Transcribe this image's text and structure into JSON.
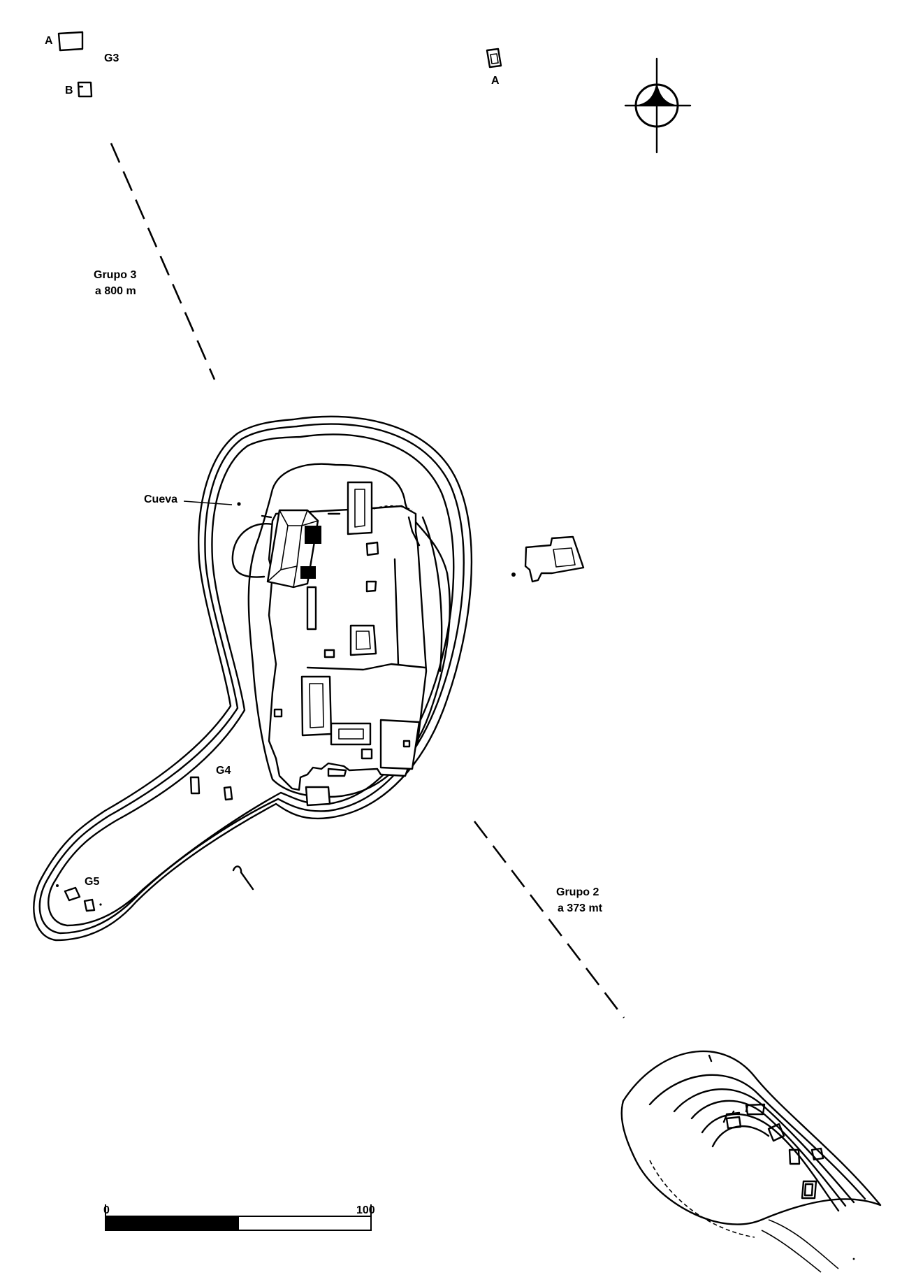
{
  "labels": {
    "g3_a": "A",
    "g3_b": "B",
    "g3": "G3",
    "top_a": "A",
    "grupo3_line1": "Grupo 3",
    "grupo3_line2": "a 800 m",
    "cueva": "Cueva",
    "g4": "G4",
    "g5": "G5",
    "grupo2_line1": "Grupo 2",
    "grupo2_line2": "a 373 mt"
  },
  "scale_bar": {
    "start_label": "0",
    "end_label": "100",
    "segments": 2
  },
  "icons": {
    "north_arrow": "north-arrow-icon"
  }
}
